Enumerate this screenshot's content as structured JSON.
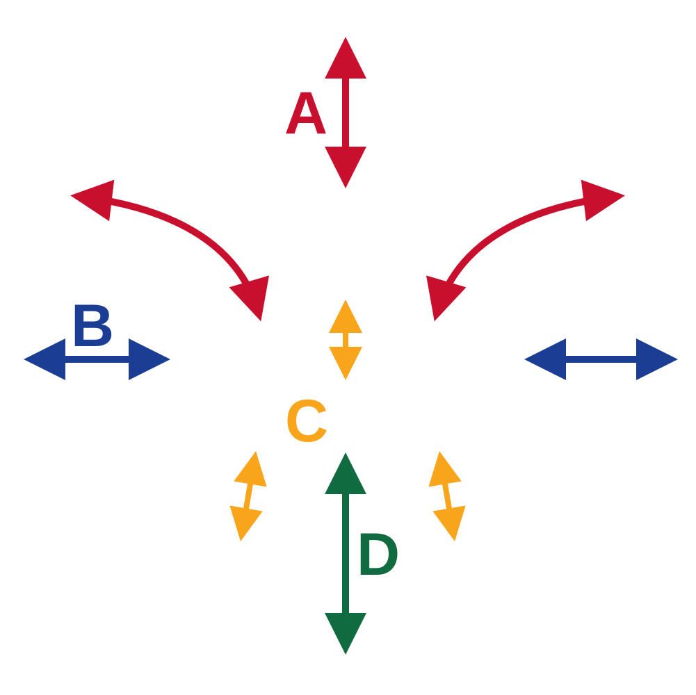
{
  "labels": {
    "a": "A",
    "b": "B",
    "c": "C",
    "d": "D"
  },
  "colors": {
    "red": "#C8102E",
    "blue": "#1B3E94",
    "gold": "#F9A51B",
    "green": "#106B40"
  }
}
